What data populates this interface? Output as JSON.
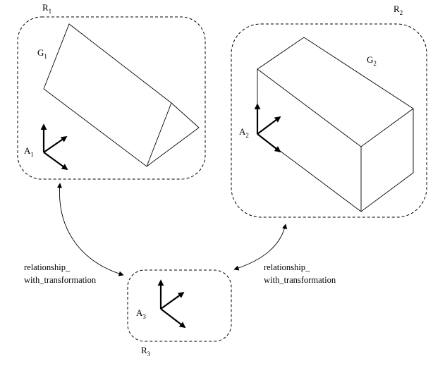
{
  "regions": [
    {
      "label": "R",
      "sub": "1"
    },
    {
      "label": "R",
      "sub": "2"
    },
    {
      "label": "R",
      "sub": "3"
    }
  ],
  "geometries": [
    {
      "label": "G",
      "sub": "1"
    },
    {
      "label": "G",
      "sub": "2"
    }
  ],
  "axes": [
    {
      "label": "A",
      "sub": "1"
    },
    {
      "label": "A",
      "sub": "2"
    },
    {
      "label": "A",
      "sub": "3"
    }
  ],
  "relationships": [
    {
      "line1": "relationship_",
      "line2": "with_transformation"
    },
    {
      "line1": "relationship_",
      "line2": "with_transformation"
    }
  ]
}
